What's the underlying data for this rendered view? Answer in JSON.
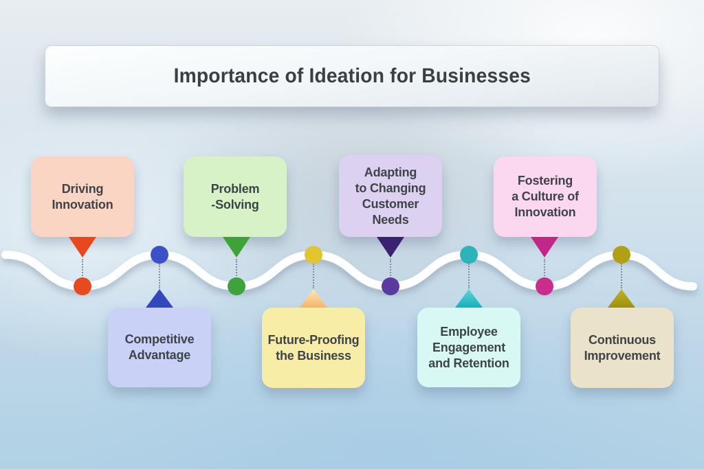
{
  "title": "Importance of Ideation for Businesses",
  "title_color": "#3a3f44",
  "text_color": "#3e4347",
  "wave_color": "#ffffff",
  "connector_color": "#878d93",
  "items": [
    {
      "label": "Driving Innovation",
      "lines": [
        "Driving",
        "Innovation"
      ],
      "position": "above",
      "colors": {
        "box": "#fbd5c3",
        "dot": "#e8491e",
        "triangle": "#e8481e"
      }
    },
    {
      "label": "Competitive Advantage",
      "lines": [
        "Competitive",
        "Advantage"
      ],
      "position": "below",
      "colors": {
        "box": "#cad1f6",
        "dot": "#3a52c6",
        "triangle": "#3347bd"
      }
    },
    {
      "label": "Problem-Solving",
      "lines": [
        "Problem",
        "-Solving"
      ],
      "position": "above",
      "colors": {
        "box": "#d6f2c6",
        "dot": "#3fa33c",
        "triangle": "#3da338"
      }
    },
    {
      "label": "Future-Proofing the Business",
      "lines": [
        "Future-Proofing",
        "the Business"
      ],
      "position": "below",
      "colors": {
        "box": "#f8eda7",
        "dot": "#e2c52f",
        "triangle": "#fde9ad",
        "triangle2": "#f5b36c"
      }
    },
    {
      "label": "Adapting to Changing Customer Needs",
      "lines": [
        "Adapting",
        "to Changing",
        "Customer",
        "Needs"
      ],
      "position": "above",
      "colors": {
        "box": "#dcd1f1",
        "dot": "#5b3a9e",
        "triangle": "#392370"
      }
    },
    {
      "label": "Employee Engagement and Retention",
      "lines": [
        "Employee",
        "Engagement",
        "and Retention"
      ],
      "position": "below",
      "colors": {
        "box": "#d8f8f4",
        "dot": "#2cb4bd",
        "triangle": "#5fd6d8",
        "triangle2": "#14b0ba"
      }
    },
    {
      "label": "Fostering a Culture of Innovation",
      "lines": [
        "Fostering",
        "a Culture of",
        "Innovation"
      ],
      "position": "above",
      "colors": {
        "box": "#fcd8f0",
        "dot": "#ca2d8c",
        "triangle": "#c12787"
      }
    },
    {
      "label": "Continuous Improvement",
      "lines": [
        "Continuous",
        "Improvement"
      ],
      "position": "below",
      "colors": {
        "box": "#eae3c9",
        "dot": "#b1a011",
        "triangle": "#bfb32a",
        "triangle2": "#9d910c"
      }
    }
  ]
}
